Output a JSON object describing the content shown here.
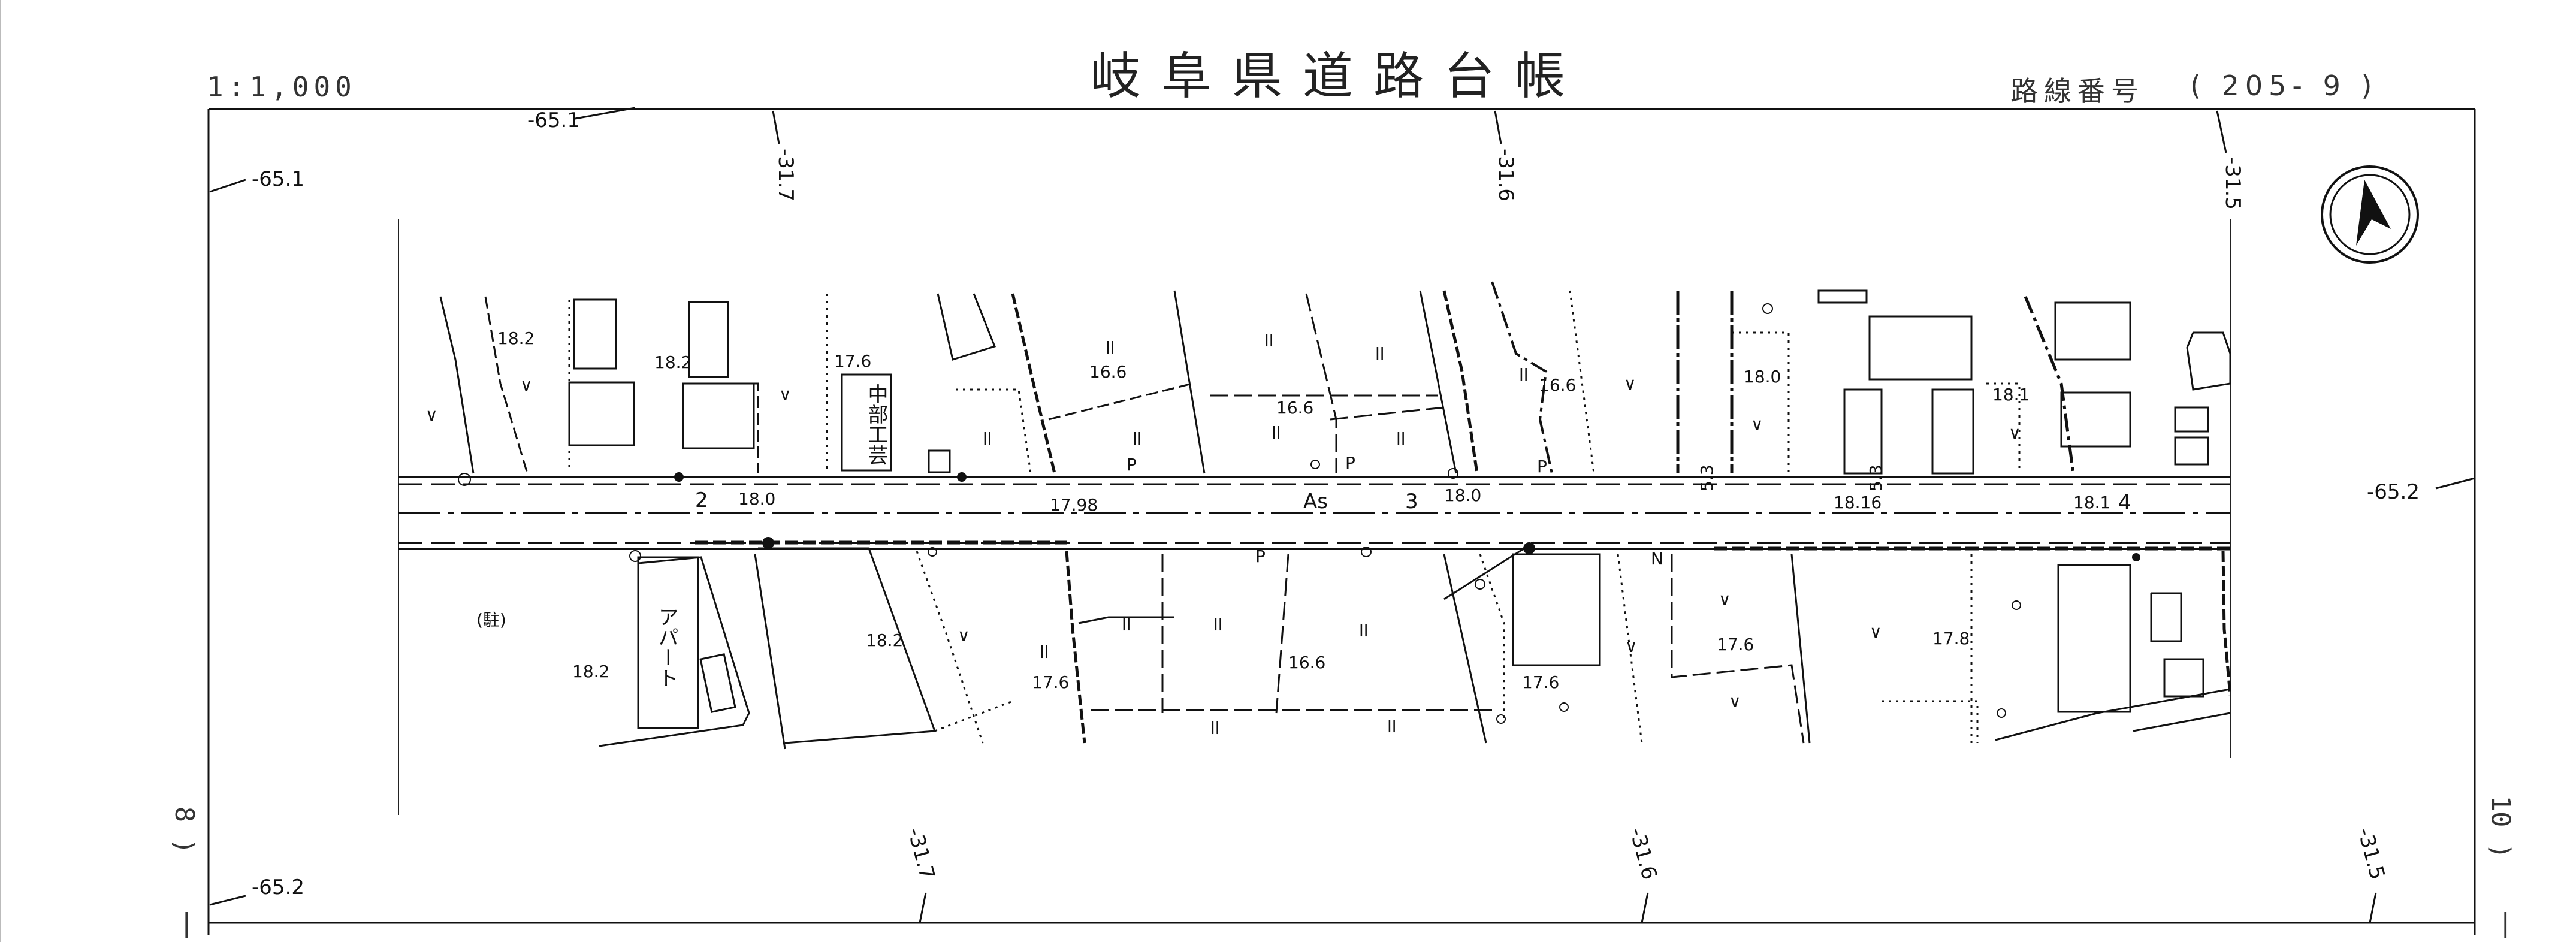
{
  "header": {
    "title": "岐阜県道路台帳",
    "scale": "1:1,000",
    "route_label": "路線番号",
    "route_number": "( 205- 9 )"
  },
  "sheet_edges": {
    "left": "8 )",
    "right": "10 )",
    "left_bottom_mark": "|",
    "right_bottom_mark": "|"
  },
  "grid_labels": {
    "top_65_1_left": "-65.1",
    "top_65_1": "-65.1",
    "top_31_7": "-31.7",
    "top_31_6": "-31.6",
    "top_31_5": "-31.5",
    "right_65_2": "-65.2",
    "bottom_65_2": "-65.2",
    "bottom_31_7": "-31.7",
    "bottom_31_6": "-31.6",
    "bottom_31_5": "-31.5"
  },
  "road": {
    "surface": "As",
    "stations": [
      "2",
      "3",
      "4"
    ],
    "elevations": [
      "18.0",
      "17.98",
      "18.0",
      "18.16",
      "18.1"
    ],
    "offsets": [
      "5.3",
      "5.3"
    ]
  },
  "north_parcels": {
    "elevations": [
      "18.2",
      "18.2",
      "17.6",
      "16.6",
      "16.6",
      "16.6",
      "18.0",
      "18.1"
    ]
  },
  "south_parcels": {
    "elevations": [
      "18.2",
      "18.2",
      "17.6",
      "16.6",
      "17.6",
      "17.6",
      "17.8"
    ]
  },
  "buildings": {
    "chubu_kogei": "中部工芸",
    "apartment": "アパート",
    "parking": "(駐)"
  },
  "symbols": {
    "field": "ll",
    "paddy": "∨",
    "p": "P",
    "n": "N"
  }
}
